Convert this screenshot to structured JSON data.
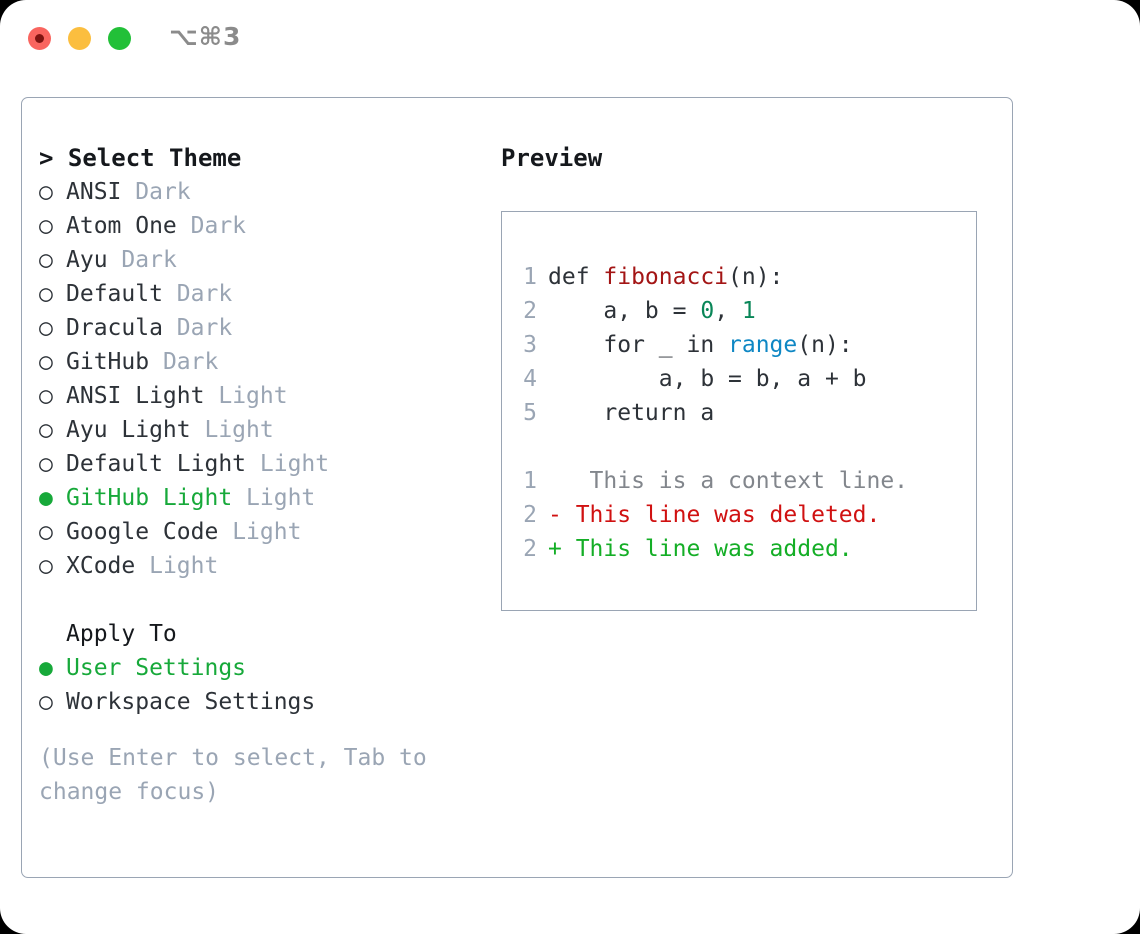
{
  "titlebar": {
    "shortcut": "⌥⌘3",
    "buttons": [
      "close",
      "minimize",
      "maximize"
    ]
  },
  "left_panel": {
    "header": "> Select Theme",
    "items": [
      {
        "marker": "○",
        "label": "ANSI",
        "tag": "Dark",
        "selected": false
      },
      {
        "marker": "○",
        "label": "Atom One",
        "tag": "Dark",
        "selected": false
      },
      {
        "marker": "○",
        "label": "Ayu",
        "tag": "Dark",
        "selected": false
      },
      {
        "marker": "○",
        "label": "Default",
        "tag": "Dark",
        "selected": false
      },
      {
        "marker": "○",
        "label": "Dracula",
        "tag": "Dark",
        "selected": false
      },
      {
        "marker": "○",
        "label": "GitHub",
        "tag": "Dark",
        "selected": false
      },
      {
        "marker": "○",
        "label": "ANSI Light",
        "tag": "Light",
        "selected": false
      },
      {
        "marker": "○",
        "label": "Ayu Light",
        "tag": "Light",
        "selected": false
      },
      {
        "marker": "○",
        "label": "Default Light",
        "tag": "Light",
        "selected": false
      },
      {
        "marker": "●",
        "label": "GitHub Light",
        "tag": "Light",
        "selected": true
      },
      {
        "marker": "○",
        "label": "Google Code",
        "tag": "Light",
        "selected": false
      },
      {
        "marker": "○",
        "label": "XCode",
        "tag": "Light",
        "selected": false
      }
    ],
    "apply_to": {
      "label": "Apply To",
      "options": [
        {
          "marker": "●",
          "label": "User Settings",
          "selected": true
        },
        {
          "marker": "○",
          "label": "Workspace Settings",
          "selected": false
        }
      ]
    },
    "hint": "(Use Enter to select, Tab to change focus)"
  },
  "preview": {
    "title": "Preview",
    "code_lines": [
      {
        "no": "1",
        "parts": [
          {
            "text": "def ",
            "kind": "plain"
          },
          {
            "text": "fibonacci",
            "kind": "fn"
          },
          {
            "text": "(n):",
            "kind": "plain"
          }
        ]
      },
      {
        "no": "2",
        "parts": [
          {
            "text": "    a, b = ",
            "kind": "plain"
          },
          {
            "text": "0",
            "kind": "num"
          },
          {
            "text": ", ",
            "kind": "plain"
          },
          {
            "text": "1",
            "kind": "num"
          }
        ]
      },
      {
        "no": "3",
        "parts": [
          {
            "text": "    for _ in ",
            "kind": "plain"
          },
          {
            "text": "range",
            "kind": "call"
          },
          {
            "text": "(n):",
            "kind": "plain"
          }
        ]
      },
      {
        "no": "4",
        "parts": [
          {
            "text": "        a, b = b, a + b",
            "kind": "plain"
          }
        ]
      },
      {
        "no": "5",
        "parts": [
          {
            "text": "    return a",
            "kind": "plain"
          }
        ]
      }
    ],
    "diff_lines": [
      {
        "no": "1",
        "sign": " ",
        "text": "  This is a context line.",
        "kind": "context"
      },
      {
        "no": "2",
        "sign": "-",
        "text": " This line was deleted.",
        "kind": "deleted"
      },
      {
        "no": "2",
        "sign": "+",
        "text": " This line was added.",
        "kind": "added"
      }
    ]
  },
  "colors": {
    "accent_green": "#17a93a",
    "muted": "#9aa5b4",
    "text": "#2d3238",
    "fn_red": "#a31515",
    "num_teal": "#098658",
    "call_blue": "#0e87c4",
    "diff_deleted": "#d01111",
    "diff_added": "#14ae26",
    "border": "#9aa5b4"
  }
}
